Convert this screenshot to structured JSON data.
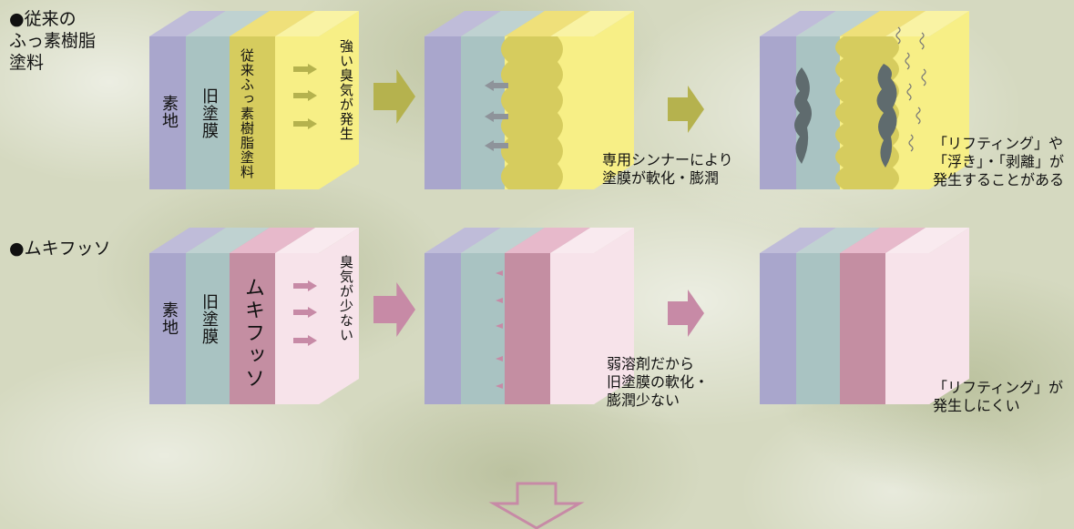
{
  "sections": [
    {
      "heading": "●従来の\nふっ素樹脂\n塗料",
      "block": {
        "layer1": "素地",
        "layer2": "旧塗膜",
        "layer3": "従来ふっ素樹脂塗料"
      },
      "smell_note": "強い臭気が発生",
      "effect_note": "専用シンナーにより\n塗膜が軟化・膨潤",
      "result_note": "「リフティング」や\n「浮き」・「剥離」が\n発生することがある"
    },
    {
      "heading": "●ムキフッソ",
      "block": {
        "layer1": "素地",
        "layer2": "旧塗膜",
        "layer3": "ムキフッソ"
      },
      "smell_note": "臭気が少ない",
      "effect_note": "弱溶剤だから\n旧塗膜の軟化・\n膨潤少ない",
      "result_note": "「リフティング」が\n発生しにくい"
    }
  ],
  "colors": {
    "substrate": "#a9a6cc",
    "old_coat": "#a9c3c2",
    "conventional_coat": "#d6cc5e",
    "conventional_front": "#f7ef86",
    "mukifusso_coat": "#c48ea2",
    "mukifusso_front": "#f7e3ea",
    "conventional_arrow": "#b5b24e",
    "mukifusso_arrow": "#c78aa6",
    "damage": "#5f6b6e"
  },
  "icons": [
    "gas-arrow-icon",
    "process-arrow-icon",
    "down-outline-arrow-icon",
    "smell-wave-icon"
  ]
}
